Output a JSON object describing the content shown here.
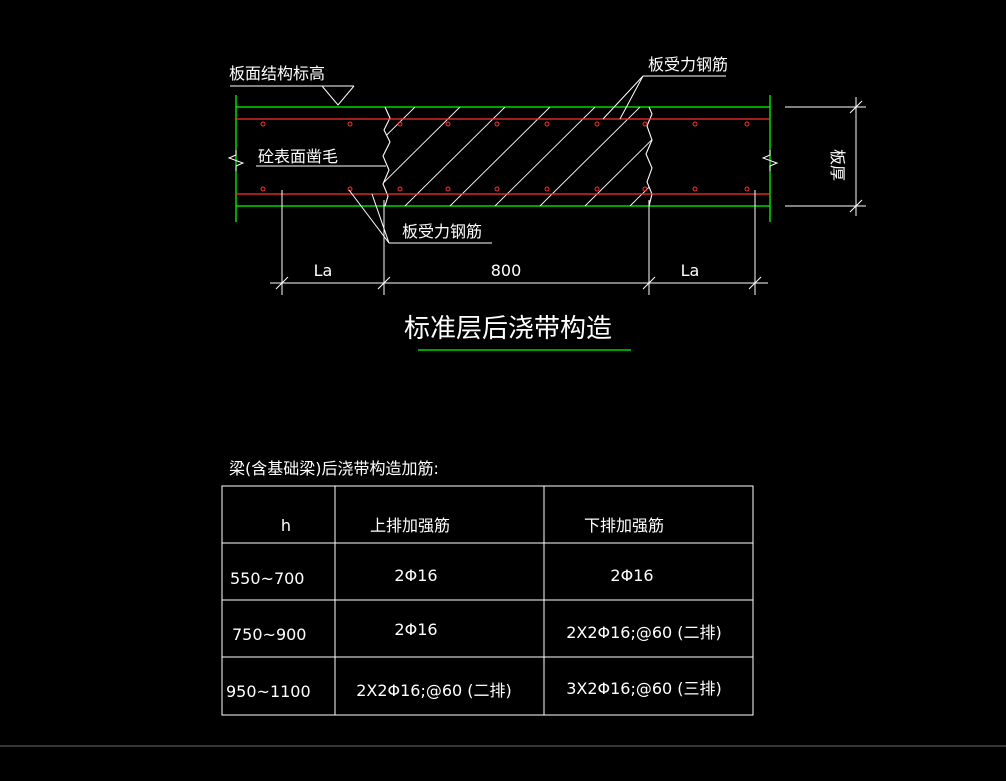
{
  "drawing": {
    "title": "标准层后浇带构造",
    "labels": {
      "slab_top_elevation": "板面结构标高",
      "slab_main_rebar_top": "板受力钢筋",
      "concrete_surface_roughen": "砼表面凿毛",
      "slab_main_rebar_bottom": "板受力钢筋",
      "slab_thickness": "板厚"
    },
    "dimensions": {
      "left": "La",
      "middle": "800",
      "right": "La"
    },
    "colors": {
      "outline": "#00ff00",
      "rebar": "#ff3030",
      "text": "#ffffff"
    }
  },
  "table": {
    "caption": "梁(含基础梁)后浇带构造加筋:",
    "headers": [
      "h",
      "上排加强筋",
      "下排加强筋"
    ],
    "rows": [
      [
        "550~700",
        "2Φ16",
        "2Φ16"
      ],
      [
        "750~900",
        "2Φ16",
        "2X2Φ16;@60 (二排)"
      ],
      [
        "950~1100",
        "2X2Φ16;@60 (二排)",
        "3X2Φ16;@60 (三排)"
      ]
    ]
  }
}
